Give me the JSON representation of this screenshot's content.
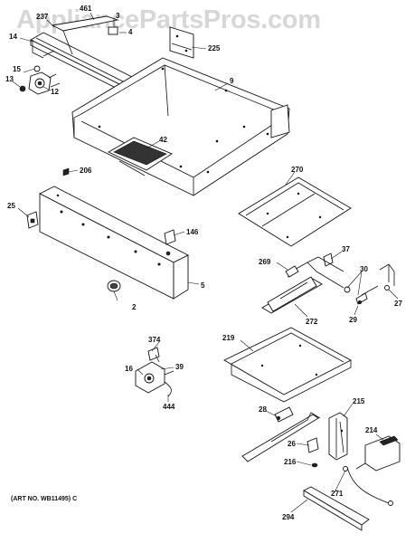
{
  "watermark": "AppliancePartsPros.com",
  "caption": "(ART NO. WB11495) C",
  "part_numbers": {
    "p237": "237",
    "p461": "461",
    "p3": "3",
    "p4": "4",
    "p14": "14",
    "p225": "225",
    "p15": "15",
    "p13": "13",
    "p12": "12",
    "p9": "9",
    "p42": "42",
    "p206": "206",
    "p270": "270",
    "p25": "25",
    "p146": "146",
    "p37": "37",
    "p269": "269",
    "p30": "30",
    "p5": "5",
    "p27": "27",
    "p272": "272",
    "p29": "29",
    "p2": "2",
    "p374": "374",
    "p219": "219",
    "p39": "39",
    "p16": "16",
    "p444": "444",
    "p215": "215",
    "p28": "28",
    "p214": "214",
    "p26": "26",
    "p216": "216",
    "p271": "271",
    "p294": "294"
  }
}
